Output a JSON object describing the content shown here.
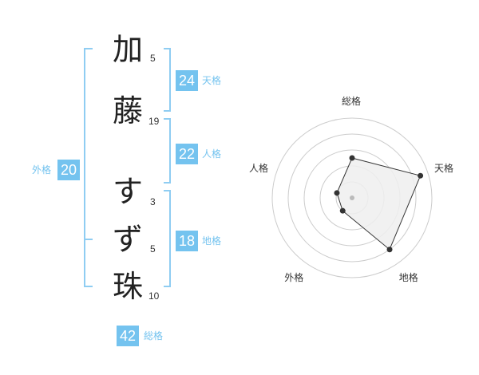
{
  "name": {
    "chars": [
      {
        "char": "加",
        "strokes": "5"
      },
      {
        "char": "藤",
        "strokes": "19"
      },
      {
        "char": "す",
        "strokes": "3"
      },
      {
        "char": "ず",
        "strokes": "5"
      },
      {
        "char": "珠",
        "strokes": "10"
      }
    ]
  },
  "fortune": {
    "tenkaku": {
      "value": "24",
      "label": "天格"
    },
    "jinkaku": {
      "value": "22",
      "label": "人格"
    },
    "chikaku": {
      "value": "18",
      "label": "地格"
    },
    "gaikaku": {
      "value": "20",
      "label": "外格"
    },
    "soukaku": {
      "value": "42",
      "label": "総格"
    }
  },
  "colors": {
    "accent": "#74c3ef",
    "bracket": "#8fcdf2",
    "radar_fill": "#eeeeee",
    "radar_stroke": "#333333",
    "grid": "#cccccc"
  },
  "chart_data": {
    "type": "radar",
    "axes": [
      "総格",
      "天格",
      "地格",
      "外格",
      "人格"
    ],
    "values": [
      2.5,
      4.5,
      4,
      1,
      1
    ],
    "max": 5,
    "grid": true
  }
}
